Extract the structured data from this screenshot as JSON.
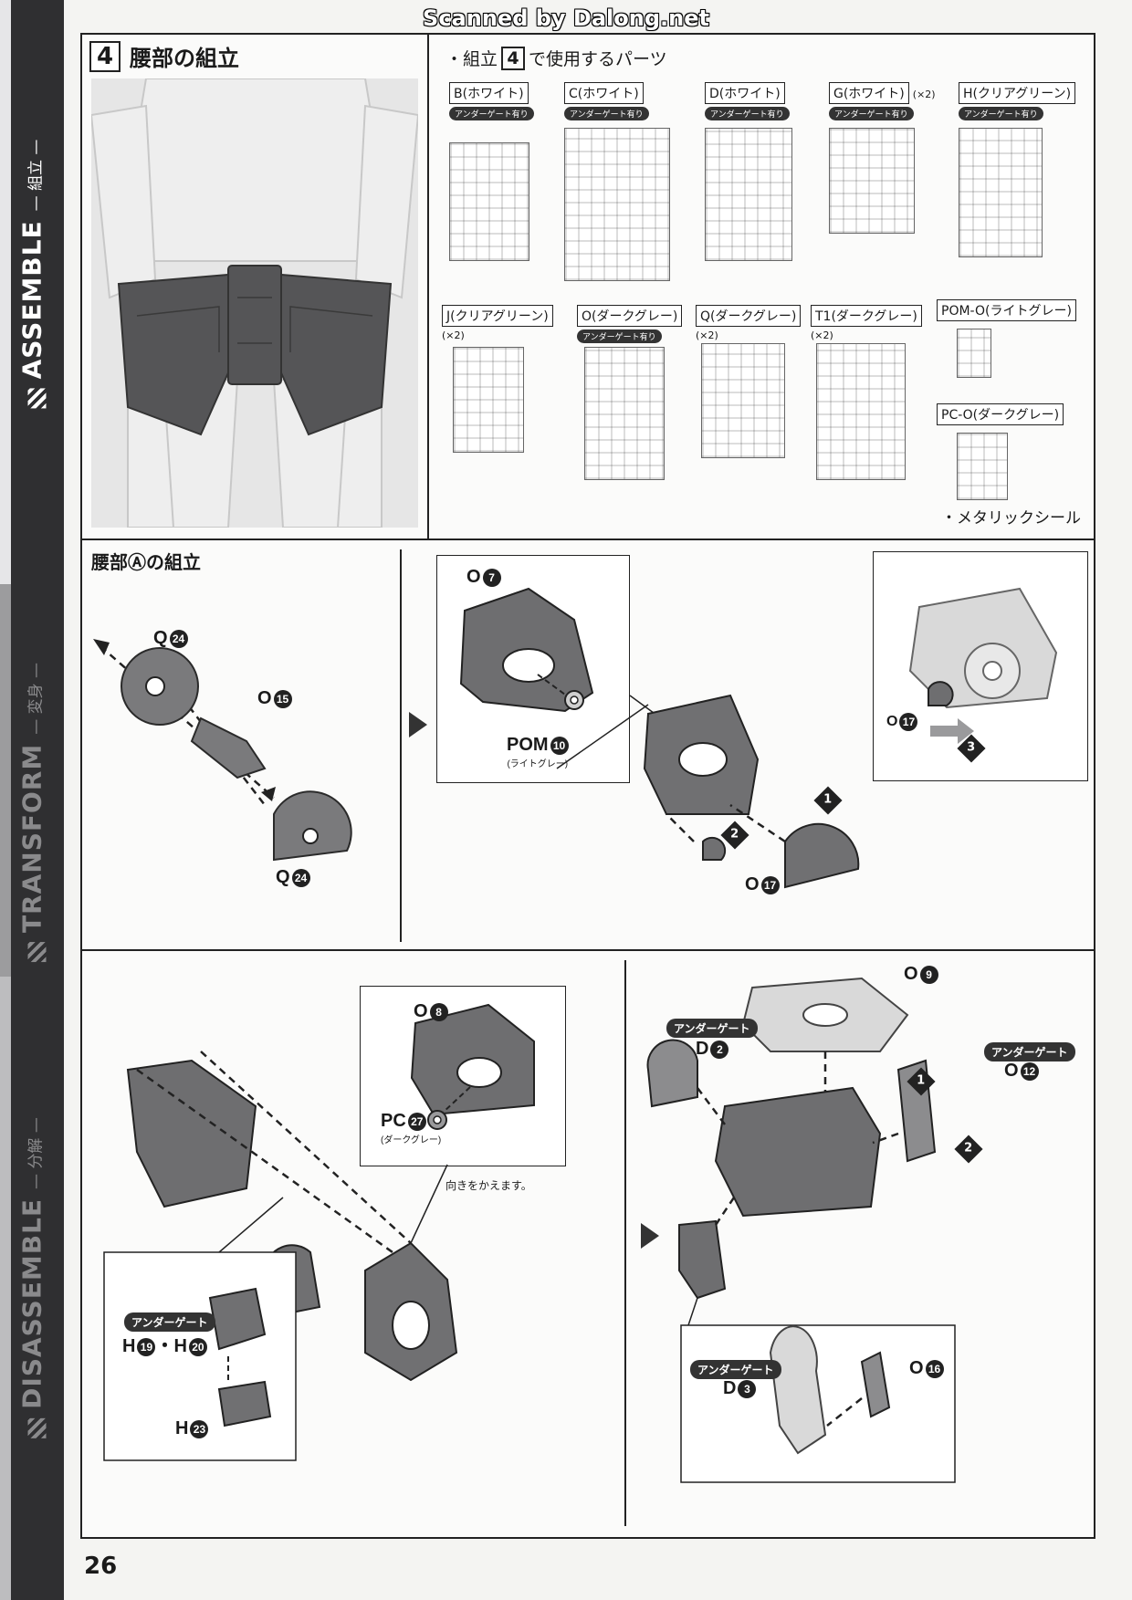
{
  "scan_credit": "Scanned by Dalong.net",
  "sidebar": {
    "assemble": {
      "label": "ASSEMBLE",
      "sub": "— 組立 —"
    },
    "transform": {
      "label": "TRANSFORM",
      "sub": "— 変身 —"
    },
    "disassemble": {
      "label": "DISASSEMBLE",
      "sub": "— 分解 —"
    }
  },
  "step": {
    "number": "4",
    "title": "腰部の組立"
  },
  "parts_used": {
    "prefix": "・組立",
    "step_box": "4",
    "suffix": "で使用するパーツ",
    "runners": [
      {
        "label": "B(ホワイト)",
        "gate": "アンダーゲート有り",
        "mult": ""
      },
      {
        "label": "C(ホワイト)",
        "gate": "アンダーゲート有り",
        "mult": ""
      },
      {
        "label": "D(ホワイト)",
        "gate": "アンダーゲート有り",
        "mult": ""
      },
      {
        "label": "G(ホワイト)",
        "gate": "アンダーゲート有り",
        "mult": "(×2)"
      },
      {
        "label": "H(クリアグリーン)",
        "gate": "アンダーゲート有り",
        "mult": ""
      },
      {
        "label": "J(クリアグリーン)",
        "gate": "",
        "mult": "(×2)"
      },
      {
        "label": "O(ダークグレー)",
        "gate": "アンダーゲート有り",
        "mult": ""
      },
      {
        "label": "Q(ダークグレー)",
        "gate": "",
        "mult": "(×2)"
      },
      {
        "label": "T1(ダークグレー)",
        "gate": "",
        "mult": "(×2)"
      },
      {
        "label": "POM-O(ライトグレー)",
        "gate": "",
        "mult": ""
      },
      {
        "label": "PC-O(ダークグレー)",
        "gate": "",
        "mult": ""
      }
    ],
    "sticker_note": "・メタリックシール"
  },
  "waist_a": {
    "title": "腰部Ⓐの組立",
    "p1": {
      "q24_top": "Q",
      "q24_top_n": "24",
      "o15": "O",
      "o15_n": "15",
      "q24_bottom": "Q",
      "q24_bottom_n": "24"
    },
    "p2": {
      "o7": "O",
      "o7_n": "7",
      "pom10": "POM",
      "pom10_n": "10",
      "pom10_sub": "(ライトグレー)",
      "o17": "O",
      "o17_n": "17",
      "b1": "1",
      "b2": "2"
    },
    "p3": {
      "o17": "O",
      "o17_n": "17",
      "b3": "3"
    }
  },
  "lower": {
    "left": {
      "o8": "O",
      "o8_n": "8",
      "pc27": "PC",
      "pc27_n": "27",
      "pc27_sub": "(ダークグレー)",
      "direction_note": "向きをかえます。",
      "gate": "アンダーゲート",
      "h19": "H",
      "h19_n": "19",
      "dot": "・",
      "h20": "H",
      "h20_n": "20",
      "h23": "H",
      "h23_n": "23"
    },
    "right": {
      "o9": "O",
      "o9_n": "9",
      "gate_d2": "アンダーゲート",
      "d2": "D",
      "d2_n": "2",
      "gate_o12": "アンダーゲート",
      "o12": "O",
      "o12_n": "12",
      "b1": "1",
      "b2": "2",
      "gate_d3": "アンダーゲート",
      "d3": "D",
      "d3_n": "3",
      "o16": "O",
      "o16_n": "16"
    }
  },
  "page_number": "26",
  "colors": {
    "part_dark": "#5a5a5c",
    "part_mid": "#8c8c8e",
    "part_light": "#d6d6d6",
    "frame": "#222222"
  }
}
